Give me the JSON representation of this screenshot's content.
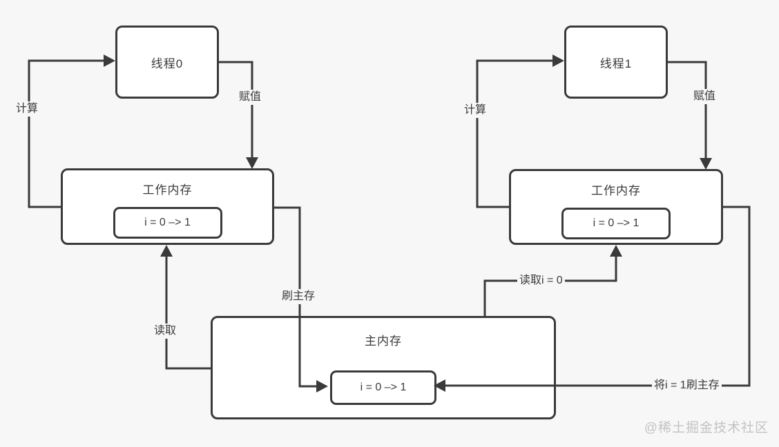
{
  "page": {
    "background_color": "#f7f7f7",
    "line_color": "#3a3a3a",
    "watermark": "@稀土掘金技术社区"
  },
  "nodes": {
    "thread0": {
      "label": "线程0"
    },
    "thread1": {
      "label": "线程1"
    },
    "working_memory_left": {
      "label": "工作内存",
      "value": "i = 0 –> 1"
    },
    "working_memory_right": {
      "label": "工作内存",
      "value": "i = 0 –> 1"
    },
    "main_memory": {
      "label": "主内存",
      "value": "i = 0 –> 1"
    }
  },
  "edges": {
    "calc_left": "计算",
    "assign_left": "赋值",
    "read_left": "读取",
    "flush_left": "刷主存",
    "calc_right": "计算",
    "assign_right": "赋值",
    "read_right": "读取i = 0",
    "flush_right": "将i = 1刷主存"
  }
}
